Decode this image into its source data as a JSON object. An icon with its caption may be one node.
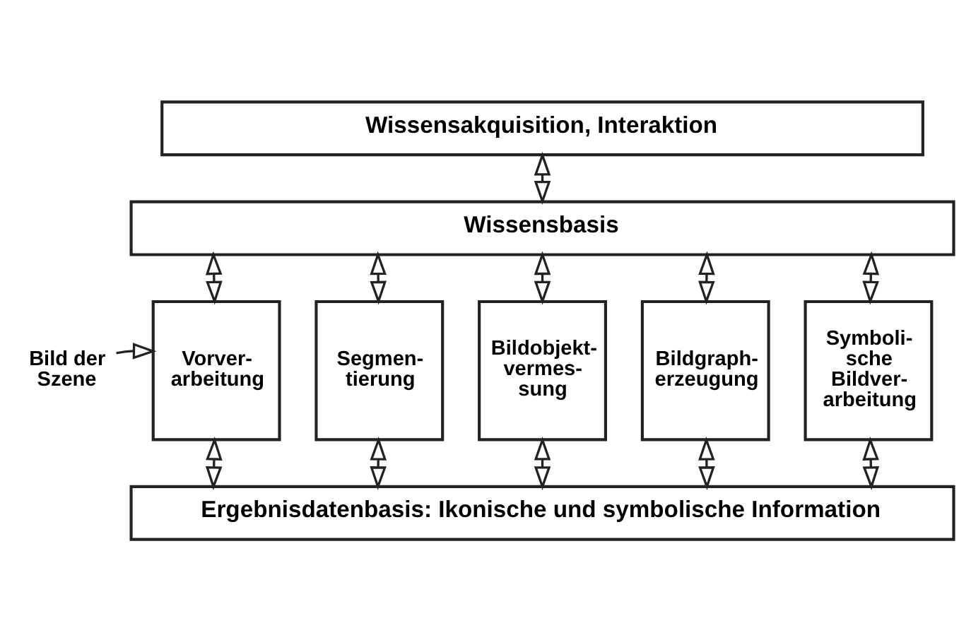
{
  "diagram": {
    "nodes": [
      {
        "text": [
          "Wissensakquisition, Interaktion"
        ]
      },
      {
        "text": [
          "Wissensbasis"
        ]
      },
      {
        "text": [
          "Bild der Szene"
        ]
      },
      {
        "text": [
          "Vorver- arbeitung"
        ]
      },
      {
        "text": [
          "Segmen- tierung"
        ]
      },
      {
        "text": [
          "Bildobjekt- vermes- sung"
        ]
      },
      {
        "text": [
          "Bildgraph- erzeugung"
        ]
      },
      {
        "text": [
          "Symboli- sche Bildver- arbeitung"
        ]
      },
      {
        "text": [
          "Ergebnisdatenbasis: Ikonische und symbolische Information"
        ]
      }
    ],
    "edges": [
      {
        "from": 0,
        "to": 1,
        "arrow": "both"
      },
      {
        "from": 1,
        "to": 3,
        "arrow": "both"
      },
      {
        "from": 1,
        "to": 4,
        "arrow": "both"
      },
      {
        "from": 1,
        "to": 5,
        "arrow": "both"
      },
      {
        "from": 1,
        "to": 6,
        "arrow": "both"
      },
      {
        "from": 1,
        "to": 7,
        "arrow": "both"
      },
      {
        "from": 2,
        "to": 3,
        "arrow": "to"
      },
      {
        "from": 3,
        "to": 8,
        "arrow": "both"
      },
      {
        "from": 4,
        "to": 8,
        "arrow": "both"
      },
      {
        "from": 5,
        "to": 8,
        "arrow": "both"
      },
      {
        "from": 6,
        "to": 8,
        "arrow": "both"
      },
      {
        "from": 7,
        "to": 8,
        "arrow": "both"
      }
    ]
  }
}
